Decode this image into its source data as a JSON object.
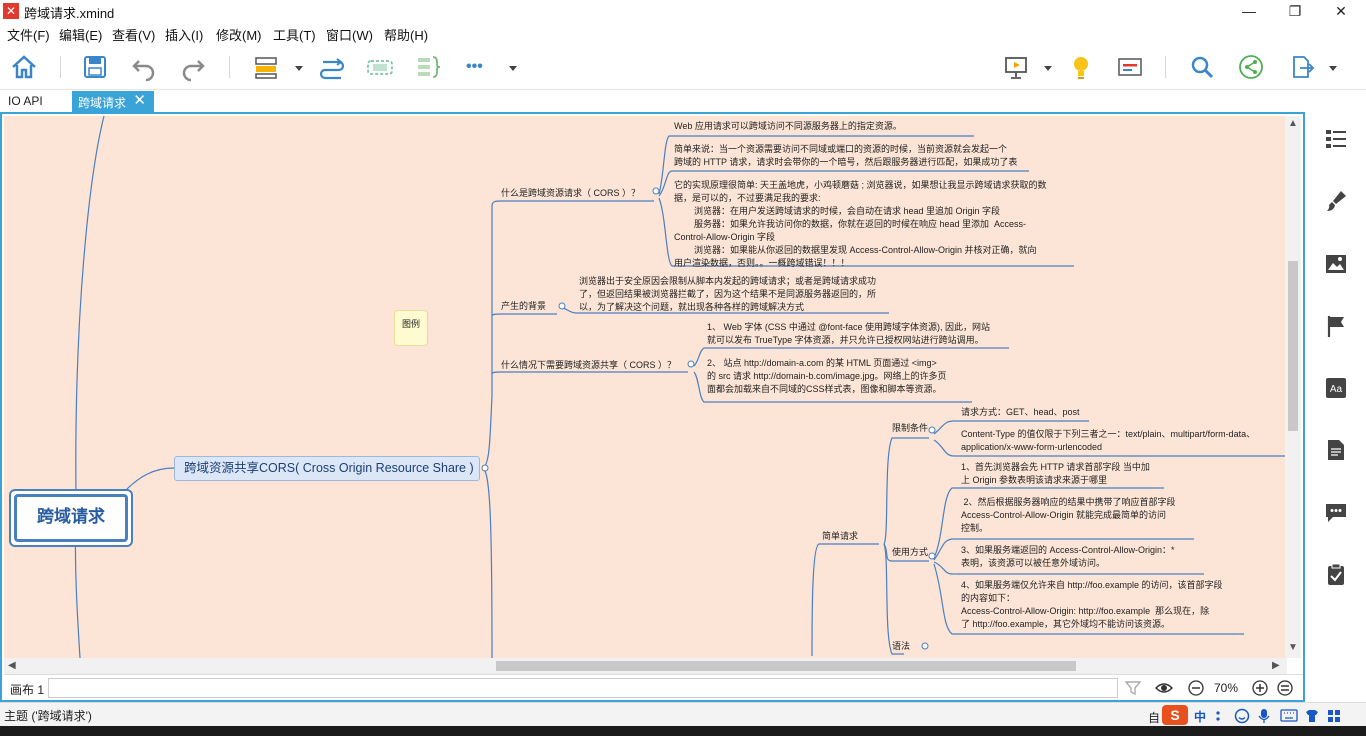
{
  "window": {
    "title": "跨域请求.xmind",
    "logo": "✕",
    "min": "—",
    "restore": "❐",
    "close": "✕"
  },
  "menu": [
    "文件(F)",
    "编辑(E)",
    "查看(V)",
    "插入(I)",
    "修改(M)",
    "工具(T)",
    "窗口(W)",
    "帮助(H)"
  ],
  "toolbar": {
    "icons": [
      "home-icon",
      "save-icon",
      "undo-icon",
      "redo-icon",
      "structure-icon",
      "relationship-icon",
      "boundary-icon",
      "summary-icon",
      "more-icon",
      "presentation-icon",
      "idea-icon",
      "gantt-icon",
      "search-icon",
      "share-icon",
      "export-icon"
    ],
    "more_label": "•••",
    "accent": "#3a86c8"
  },
  "tabs": {
    "inactive": "IO API",
    "active": "跨域请求",
    "close": "✕",
    "active_color": "#3aa3d8"
  },
  "map": {
    "background": "#fce5d6",
    "line_color": "#4a7fc0",
    "central_topic": "跨域请求",
    "main_topic": "跨域资源共享CORS( Cross Origin Resource Share )",
    "legend": "图例",
    "branches": [
      {
        "label": "什么是跨域资源请求（ CORS ）？",
        "notes": [
          [
            "Web 应用请求可以跨域访问不同源服务器上的指定资源。"
          ],
          [
            "简单来说：当一个资源需要访问不同域或端口的资源的时候，当前资源就会发起一个",
            "跨域的 HTTP 请求，请求时会带你的一个暗号，然后跟服务器进行匹配，如果成功了表"
          ],
          [
            "它的实现原理很简单: 天王盖地虎，小鸡顿蘑菇 ; 浏览器说，如果想让我显示跨域请求获取的数",
            "据，是可以的，不过要满足我的要求:",
            "        浏览器：在用户发送跨域请求的时候，会自动在请求 head 里追加 Origin 字段",
            "        服务器：如果允许我访问你的数据，你就在返回的时候在响应 head 里添加  Access-",
            "Control-Allow-Origin 字段",
            "        浏览器：如果能从你返回的数据里发现 Access-Control-Allow-Origin 并核对正确，就向",
            "用户渲染数据，否则。。一概跨域错误！！！"
          ]
        ]
      },
      {
        "label": "产生的背景",
        "notes": [
          [
            "浏览器出于安全原因会限制从脚本内发起的跨域请求；或者是跨域请求成功",
            "了，但返回结果被浏览器拦截了，因为这个结果不是同源服务器返回的，所",
            "以，为了解决这个问题，就出现各种各样的跨域解决方式"
          ]
        ]
      },
      {
        "label": "什么情况下需要跨域资源共享（ CORS ）？",
        "notes": [
          [
            "1、 Web 字体 (CSS 中通过 @font-face 使用跨域字体资源), 因此，网站",
            "就可以发布 TrueType 字体资源，并只允许已授权网站进行跨站调用。"
          ],
          [
            "2、 站点 http://domain-a.com 的某 HTML 页面通过 <img>",
            "的 src 请求 http://domain-b.com/image.jpg。网络上的许多页",
            "面都会加载来自不同域的CSS样式表，图像和脚本等资源。"
          ]
        ]
      }
    ],
    "simple_request": {
      "label": "简单请求",
      "limits": {
        "label": "限制条件",
        "items": [
          [
            "请求方式：GET、head、post"
          ],
          [
            "Content-Type 的值仅限于下列三者之一：text/plain、multipart/form-data、",
            "application/x-www-form-urlencoded"
          ]
        ]
      },
      "usage": {
        "label": "使用方式",
        "items": [
          [
            "1、首先浏览器会先 HTTP 请求首部字段 当中加",
            "上 Origin 参数表明该请求来源于哪里"
          ],
          [
            " 2、然后根据服务器响应的结果中携带了响应首部字段",
            "Access-Control-Allow-Origin 就能完成最简单的访问",
            "控制。"
          ],
          [
            "3、如果服务端返回的 Access-Control-Allow-Origin：*",
            "表明，该资源可以被任意外域访问。"
          ],
          [
            "4、如果服务端仅允许来自 http://foo.example 的访问，该首部字段",
            "的内容如下：",
            "Access-Control-Allow-Origin: http://foo.example  那么现在，除",
            "了 http://foo.example，其它外域均不能访问该资源。"
          ]
        ]
      },
      "syntax": {
        "label": "语法"
      }
    }
  },
  "canvas_status": {
    "sheet": "画布 1",
    "zoom": "70%"
  },
  "right_panel": [
    "outline-icon",
    "format-brush-icon",
    "image-icon",
    "marker-flag-icon",
    "text-style-icon",
    "notes-icon",
    "comment-icon",
    "task-icon"
  ],
  "statusbar": {
    "text": "主题 ('跨域请求')",
    "auto": "自",
    "ime_logo": "S",
    "ime_lang": "中"
  }
}
